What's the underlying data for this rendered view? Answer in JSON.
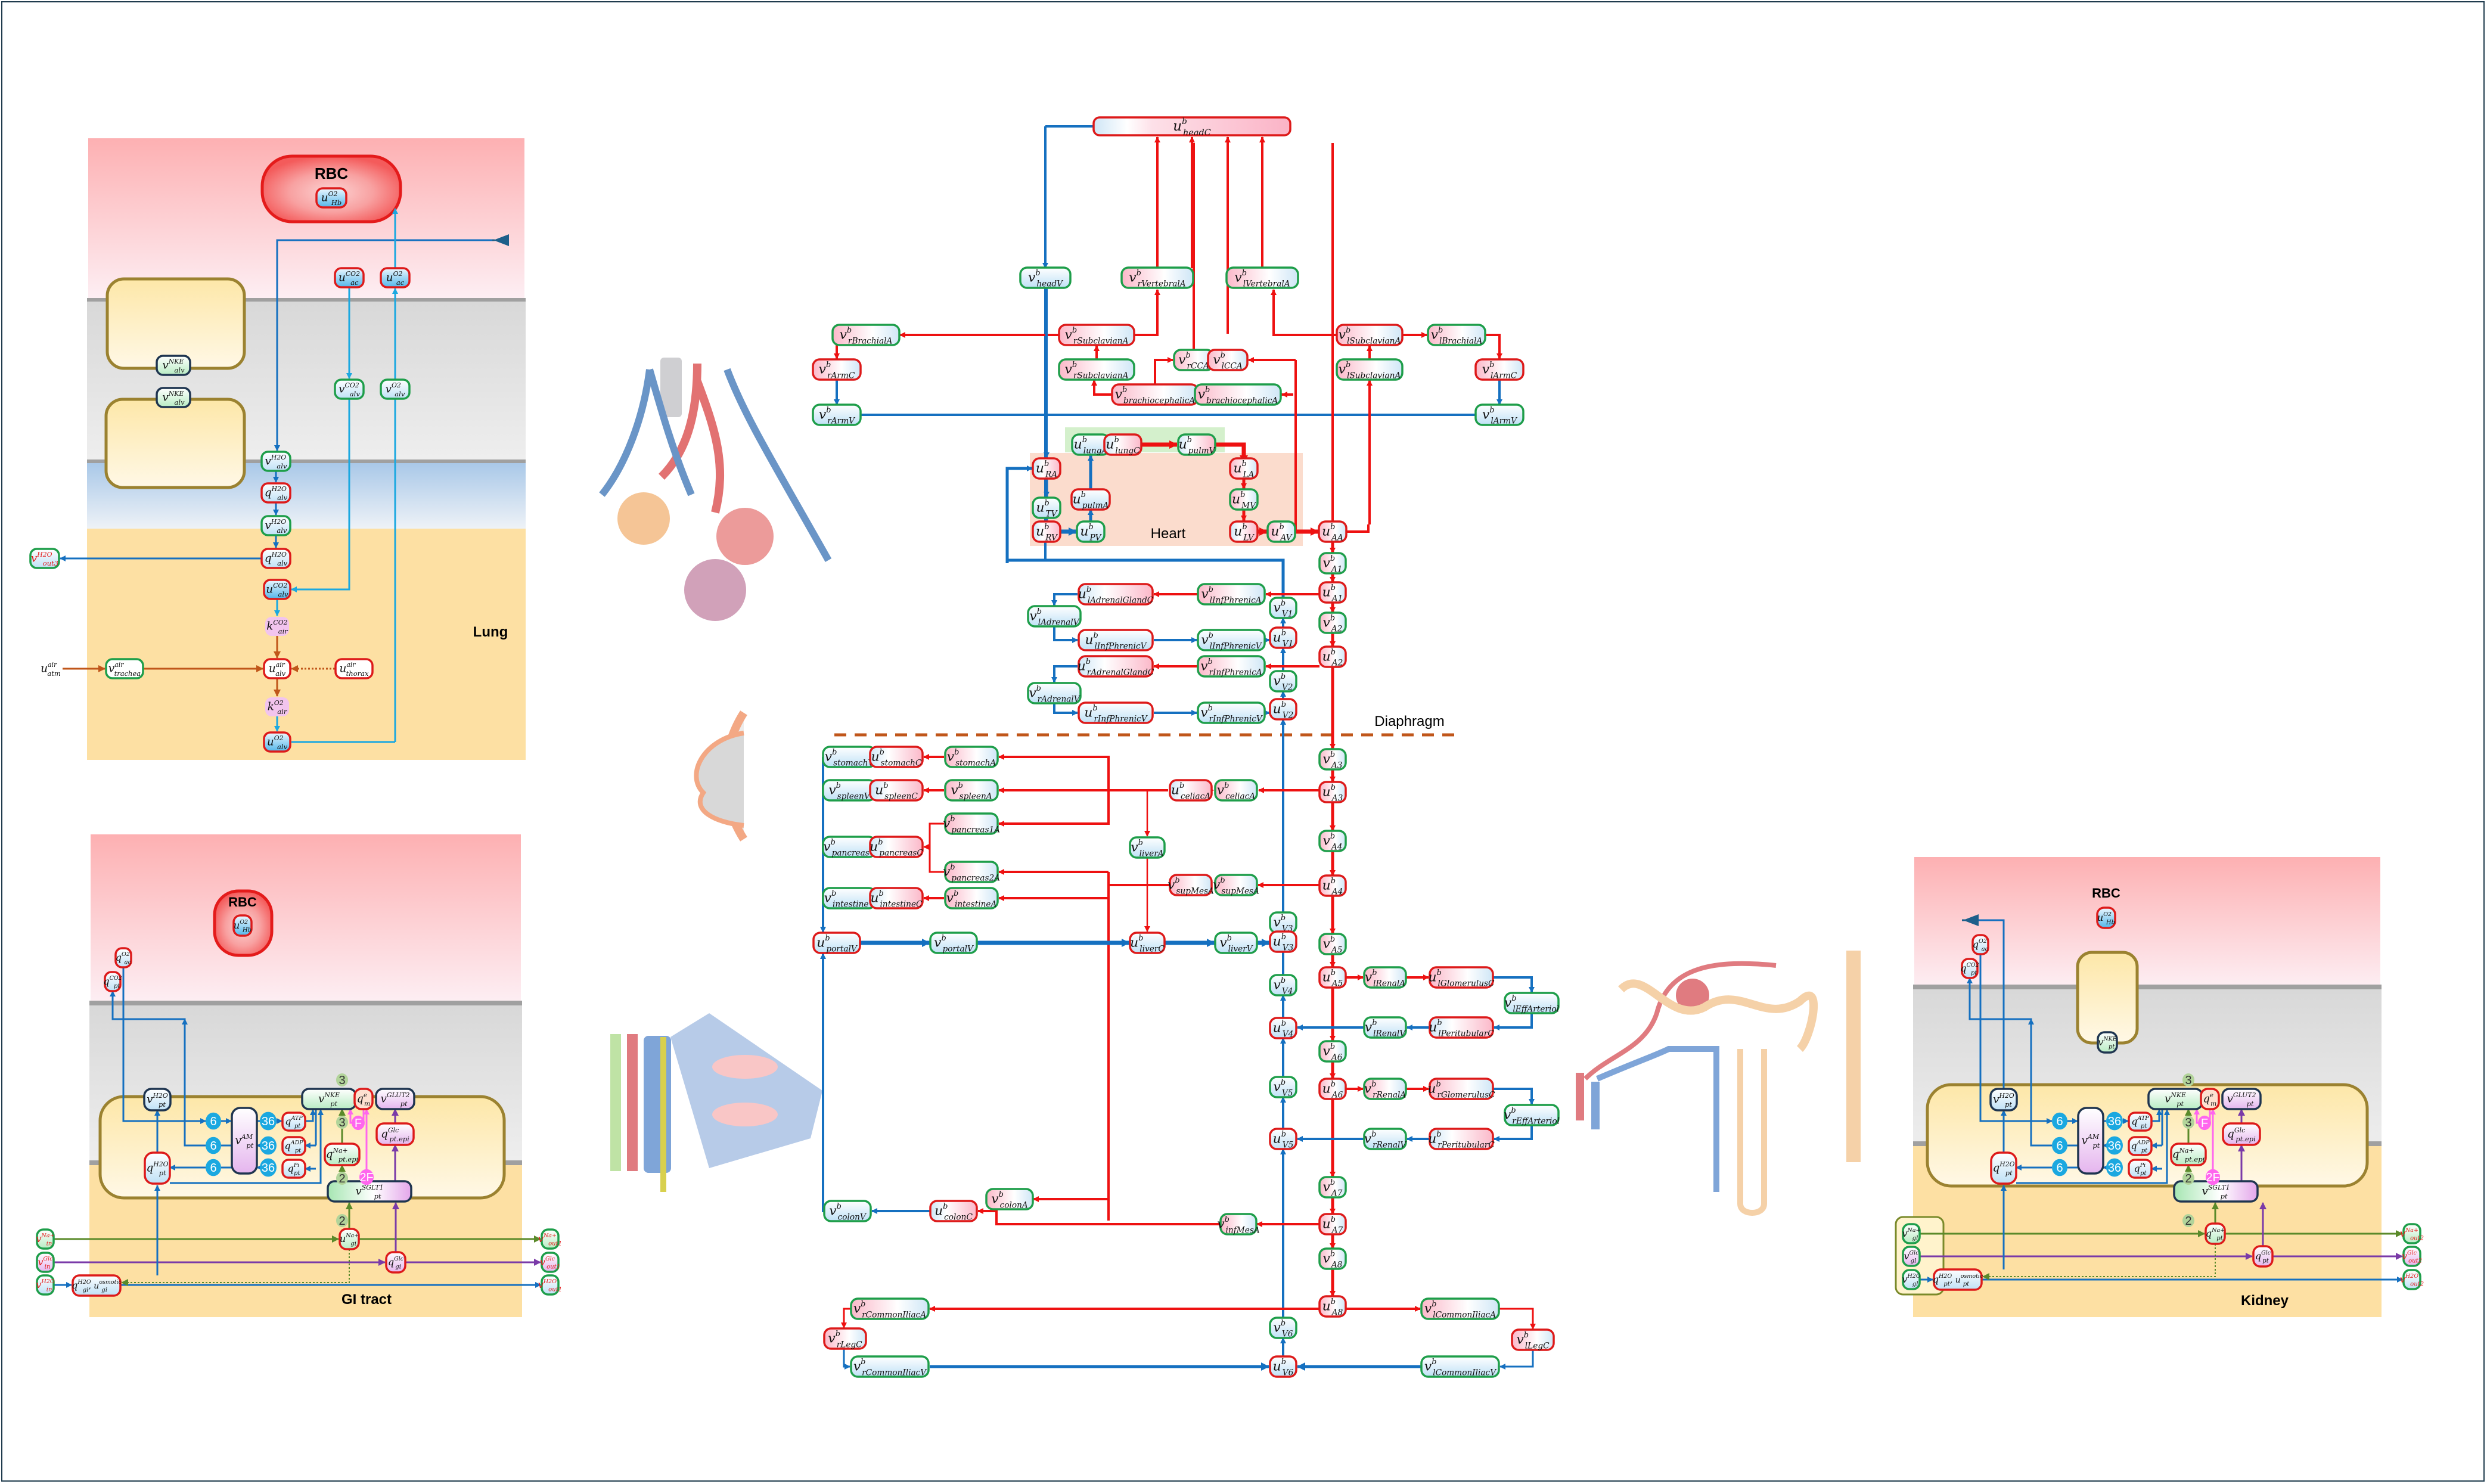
{
  "colors": {
    "artery": "#ee1111",
    "vein": "#1570c0",
    "node_red_border": "#dd1a1a",
    "node_green_border": "#1e9e4a",
    "lung_blue": "#1ba8e0",
    "air_brown": "#c0561a",
    "na_green": "#5a8a2a",
    "glc_purple": "#7a3aa8",
    "pink_flux": "#ff66ee",
    "diaphragm": "#c0561a"
  },
  "panels": {
    "lung": {
      "title": "Lung",
      "rbc_label": "RBC",
      "nodes": {
        "u_hb": {
          "base": "u",
          "sup": "O2",
          "sub": "Hb"
        },
        "u_ac_co2": {
          "base": "u",
          "sup": "CO2",
          "sub": "ac"
        },
        "u_ac_o2": {
          "base": "u",
          "sup": "O2",
          "sub": "ac"
        },
        "v_alv_nke_1": {
          "base": "v",
          "sup": "NKE",
          "sub": "alv"
        },
        "v_alv_nke_2": {
          "base": "v",
          "sup": "NKE",
          "sub": "alv"
        },
        "v_alv_co2": {
          "base": "v",
          "sup": "CO2",
          "sub": "alv"
        },
        "v_alv_o2": {
          "base": "v",
          "sup": "O2",
          "sub": "alv"
        },
        "v_alv_h2o_1": {
          "base": "v",
          "sup": "H2O",
          "sub": "alv"
        },
        "q_alv_h2o_1": {
          "base": "q",
          "sup": "H2O",
          "sub": "alv"
        },
        "v_alv_h2o_2": {
          "base": "v",
          "sup": "H2O",
          "sub": "alv"
        },
        "q_alv_h2o_2": {
          "base": "q",
          "sup": "H2O",
          "sub": "alv"
        },
        "v_out3_h2o": {
          "base": "v",
          "sup": "H2O",
          "sub": "out3"
        },
        "u_alv_co2": {
          "base": "u",
          "sup": "CO2",
          "sub": "alv"
        },
        "k_air_co2": {
          "base": "k",
          "sup": "CO2",
          "sub": "air"
        },
        "u_atm_air": {
          "base": "u",
          "sup": "air",
          "sub": "atm"
        },
        "v_trachea_air": {
          "base": "v",
          "sup": "air",
          "sub": "trachea"
        },
        "u_alv_air": {
          "base": "u",
          "sup": "air",
          "sub": "alv"
        },
        "u_thorax_air": {
          "base": "u",
          "sup": "air",
          "sub": "thorax"
        },
        "k_air_o2": {
          "base": "k",
          "sup": "O2",
          "sub": "air"
        },
        "u_alv_o2": {
          "base": "u",
          "sup": "O2",
          "sub": "alv"
        }
      }
    },
    "gi": {
      "title": "GI tract",
      "rbc_label": "RBC",
      "stoich": {
        "six": "6",
        "thirtysix": "36",
        "three": "3",
        "two": "2",
        "F": "F",
        "twoF": "2F"
      },
      "nodes": {
        "u_hb": {
          "base": "u",
          "sup": "O2",
          "sub": "Hb"
        },
        "q_ac_o2": {
          "base": "q",
          "sup": "O2",
          "sub": "ac"
        },
        "q_pt_co2": {
          "base": "q",
          "sup": "CO2",
          "sub": "pt"
        },
        "v_pt_h2o": {
          "base": "v",
          "sup": "H2O",
          "sub": "pt"
        },
        "v_pt_am": {
          "base": "v",
          "sup": "AM",
          "sub": "pt"
        },
        "q_pt_atp": {
          "base": "q",
          "sup": "ATP",
          "sub": "pt"
        },
        "q_pt_adp": {
          "base": "q",
          "sup": "ADP",
          "sub": "pt"
        },
        "q_pt_pi": {
          "base": "q",
          "sup": "Pi",
          "sub": "pt"
        },
        "v_pt_nke": {
          "base": "v",
          "sup": "NKE",
          "sub": "pt"
        },
        "q_m_e": {
          "base": "q",
          "sup": "e",
          "sub": "m"
        },
        "v_pt_glut2": {
          "base": "v",
          "sup": "GLUT2",
          "sub": "pt"
        },
        "q_pt_epi_glc": {
          "base": "q",
          "sup": "Glc",
          "sub": "pt.epi"
        },
        "q_pt_epi_na": {
          "base": "q",
          "sup": "Na+",
          "sub": "pt.epi"
        },
        "q_pt_h2o": {
          "base": "q",
          "sup": "H2O",
          "sub": "pt"
        },
        "v_pt_sglt1": {
          "base": "v",
          "sup": "SGLT1",
          "sub": "pt"
        },
        "v_in_na": {
          "base": "v",
          "sup": "Na+",
          "sub": "in"
        },
        "v_in_glc": {
          "base": "v",
          "sup": "Glc",
          "sub": "in"
        },
        "v_in_h2o": {
          "base": "v",
          "sup": "H2O",
          "sub": "in"
        },
        "u_gi_na": {
          "base": "u",
          "sup": "Na+",
          "sub": "gi"
        },
        "q_gi_glc": {
          "base": "q",
          "sup": "Glc",
          "sub": "gi"
        },
        "q_gi_h2o": {
          "base": "q",
          "sup": "H2O",
          "sub": "gi",
          "extra": ", u",
          "extra_sup": "osmotic",
          "extra_sub": "gi"
        },
        "v_out1_na": {
          "base": "v",
          "sup": "Na+",
          "sub": "out1"
        },
        "v_out1_glc": {
          "base": "v",
          "sup": "Glc",
          "sub": "out1"
        },
        "v_out1_h2o": {
          "base": "v",
          "sup": "H2O",
          "sub": "out1"
        }
      }
    },
    "kidney": {
      "title": "Kidney",
      "rbc_label": "RBC",
      "stoich": {
        "six": "6",
        "thirtysix": "36",
        "three": "3",
        "two": "2",
        "F": "F",
        "twoF": "2F"
      },
      "nodes": {
        "u_hb": {
          "base": "u",
          "sup": "O2",
          "sub": "Hb"
        },
        "q_ac_o2": {
          "base": "q",
          "sup": "O2",
          "sub": "ac"
        },
        "q_pt_co2": {
          "base": "q",
          "sup": "CO2",
          "sub": "pt"
        },
        "v_pt_nke_top": {
          "base": "v",
          "sup": "NKE",
          "sub": "pt"
        },
        "v_pt_h2o": {
          "base": "v",
          "sup": "H2O",
          "sub": "pt"
        },
        "v_pt_am": {
          "base": "v",
          "sup": "AM",
          "sub": "pt"
        },
        "q_pt_atp": {
          "base": "q",
          "sup": "ATP",
          "sub": "pt"
        },
        "q_pt_adp": {
          "base": "q",
          "sup": "ADP",
          "sub": "pt"
        },
        "q_pt_pi": {
          "base": "q",
          "sup": "Pi",
          "sub": "pt"
        },
        "v_pt_nke": {
          "base": "v",
          "sup": "NKE",
          "sub": "pt"
        },
        "q_m_e": {
          "base": "q",
          "sup": "e",
          "sub": "m"
        },
        "v_pt_glut2": {
          "base": "v",
          "sup": "GLUT2",
          "sub": "pt"
        },
        "q_pt_epi_glc": {
          "base": "q",
          "sup": "Glc",
          "sub": "pt.epi"
        },
        "q_pt_epi_na": {
          "base": "q",
          "sup": "Na+",
          "sub": "pt.epi"
        },
        "q_pt_h2o": {
          "base": "q",
          "sup": "H2O",
          "sub": "pt"
        },
        "v_pt_sglt1": {
          "base": "v",
          "sup": "SGLT1",
          "sub": "pt"
        },
        "v_gl_na": {
          "base": "v",
          "sup": "Na+",
          "sub": "gl"
        },
        "v_gl_glc": {
          "base": "v",
          "sup": "Glc",
          "sub": "gl"
        },
        "v_gl_h2o": {
          "base": "v",
          "sup": "H2O",
          "sub": "gl"
        },
        "q_pt_na": {
          "base": "q",
          "sup": "Na+",
          "sub": "pt"
        },
        "q_pt_glc": {
          "base": "q",
          "sup": "Glc",
          "sub": "pt"
        },
        "q_pt_h2o_osm": {
          "base": "q",
          "sup": "H2O",
          "sub": "pt",
          "extra": ", u",
          "extra_sup": "osmotic",
          "extra_sub": "pt"
        },
        "v_out2_na": {
          "base": "v",
          "sup": "Na+",
          "sub": "out2"
        },
        "v_out2_glc": {
          "base": "v",
          "sup": "Glc",
          "sub": "out2"
        },
        "v_out2_h2o": {
          "base": "v",
          "sup": "H2O",
          "sub": "out2"
        }
      }
    }
  },
  "circulation": {
    "heart_label": "Heart",
    "diaphragm_label": "Diaphragm",
    "nodes": {
      "headC": {
        "base": "u",
        "sup": "b",
        "sub": "headC"
      },
      "headV": {
        "base": "v",
        "sup": "b",
        "sub": "headV"
      },
      "rVertebralA": {
        "base": "v",
        "sup": "b",
        "sub": "rVertebralA"
      },
      "lVertebralA": {
        "base": "v",
        "sup": "b",
        "sub": "lVertebralA"
      },
      "rBrachialA": {
        "base": "v",
        "sup": "b",
        "sub": "rBrachialA"
      },
      "rSubclavianA_u": {
        "base": "v",
        "sup": "b",
        "sub": "rSubclavianA"
      },
      "rSubclavianA_v": {
        "base": "v",
        "sup": "b",
        "sub": "rSubclavianA"
      },
      "rCCA": {
        "base": "v",
        "sup": "b",
        "sub": "rCCA"
      },
      "lCCA": {
        "base": "v",
        "sup": "b",
        "sub": "lCCA"
      },
      "lSubclavianA_u": {
        "base": "v",
        "sup": "b",
        "sub": "lSubclavianA"
      },
      "lSubclavianA_v": {
        "base": "v",
        "sup": "b",
        "sub": "lSubclavianA"
      },
      "lBrachialA": {
        "base": "v",
        "sup": "b",
        "sub": "lBrachialA"
      },
      "rArmC": {
        "base": "v",
        "sup": "b",
        "sub": "rArmC"
      },
      "lArmC": {
        "base": "v",
        "sup": "b",
        "sub": "lArmC"
      },
      "brachioA_u": {
        "base": "v",
        "sup": "b",
        "sub": "brachiocephalicA"
      },
      "brachioA_v": {
        "base": "v",
        "sup": "b",
        "sub": "brachiocephalicA"
      },
      "rArmV": {
        "base": "v",
        "sup": "b",
        "sub": "rArmV"
      },
      "lArmV": {
        "base": "v",
        "sup": "b",
        "sub": "lArmV"
      },
      "lungA": {
        "base": "u",
        "sup": "b",
        "sub": "lungA"
      },
      "lungC": {
        "base": "u",
        "sup": "b",
        "sub": "lungC"
      },
      "pulmV": {
        "base": "u",
        "sup": "b",
        "sub": "pulmV"
      },
      "RA": {
        "base": "u",
        "sup": "b",
        "sub": "RA"
      },
      "TV": {
        "base": "u",
        "sup": "b",
        "sub": "TV"
      },
      "pulmA": {
        "base": "u",
        "sup": "b",
        "sub": "pulmA"
      },
      "RV": {
        "base": "u",
        "sup": "b",
        "sub": "RV"
      },
      "PV": {
        "base": "u",
        "sup": "b",
        "sub": "PV"
      },
      "LA": {
        "base": "u",
        "sup": "b",
        "sub": "LA"
      },
      "MV": {
        "base": "u",
        "sup": "b",
        "sub": "MV"
      },
      "LV": {
        "base": "u",
        "sup": "b",
        "sub": "LV"
      },
      "AV": {
        "base": "u",
        "sup": "b",
        "sub": "AV"
      },
      "AA": {
        "base": "u",
        "sup": "b",
        "sub": "AA"
      },
      "vA1": {
        "base": "v",
        "sup": "b",
        "sub": "A1"
      },
      "uA1": {
        "base": "u",
        "sup": "b",
        "sub": "A1"
      },
      "vA2": {
        "base": "v",
        "sup": "b",
        "sub": "A2"
      },
      "uA2": {
        "base": "u",
        "sup": "b",
        "sub": "A2"
      },
      "vV1": {
        "base": "v",
        "sup": "b",
        "sub": "V1"
      },
      "uV1": {
        "base": "u",
        "sup": "b",
        "sub": "V1"
      },
      "vV2": {
        "base": "v",
        "sup": "b",
        "sub": "V2"
      },
      "uV2": {
        "base": "u",
        "sup": "b",
        "sub": "V2"
      },
      "lAdrenalGlandC": {
        "base": "u",
        "sup": "b",
        "sub": "lAdrenalGlandC"
      },
      "lInfPhrenicA": {
        "base": "v",
        "sup": "b",
        "sub": "lInfPhrenicA"
      },
      "lAdrenalV": {
        "base": "v",
        "sup": "b",
        "sub": "lAdrenalV"
      },
      "lInfPhrenicV_u": {
        "base": "u",
        "sup": "b",
        "sub": "lInfPhrenicV"
      },
      "lInfPhrenicV_v": {
        "base": "v",
        "sup": "b",
        "sub": "lInfPhrenicV"
      },
      "rAdrenalGlandC": {
        "base": "u",
        "sup": "b",
        "sub": "rAdrenalGlandC"
      },
      "rInfPhrenicA": {
        "base": "v",
        "sup": "b",
        "sub": "rInfPhrenicA"
      },
      "rAdrenalV": {
        "base": "v",
        "sup": "b",
        "sub": "rAdrenalV"
      },
      "rInfPhrenicV_u": {
        "base": "u",
        "sup": "b",
        "sub": "rInfPhrenicV"
      },
      "rInfPhrenicV_v": {
        "base": "v",
        "sup": "b",
        "sub": "rInfPhrenicV"
      },
      "stomachV": {
        "base": "v",
        "sup": "b",
        "sub": "stomachV"
      },
      "stomachC": {
        "base": "u",
        "sup": "b",
        "sub": "stomachC"
      },
      "stomachA": {
        "base": "v",
        "sup": "b",
        "sub": "stomachA"
      },
      "spleenV": {
        "base": "v",
        "sup": "b",
        "sub": "spleenV"
      },
      "spleenC": {
        "base": "u",
        "sup": "b",
        "sub": "spleenC"
      },
      "spleenA": {
        "base": "v",
        "sup": "b",
        "sub": "spleenA"
      },
      "celiacA_u": {
        "base": "u",
        "sup": "b",
        "sub": "celiacA"
      },
      "celiacA_v": {
        "base": "v",
        "sup": "b",
        "sub": "celiacA"
      },
      "pancreas1A": {
        "base": "v",
        "sup": "b",
        "sub": "pancreas1A"
      },
      "pancreasV": {
        "base": "v",
        "sup": "b",
        "sub": "pancreasV"
      },
      "pancreasC": {
        "base": "u",
        "sup": "b",
        "sub": "pancreasC"
      },
      "liverA": {
        "base": "v",
        "sup": "b",
        "sub": "liverA"
      },
      "pancreas2A": {
        "base": "v",
        "sup": "b",
        "sub": "pancreas2A"
      },
      "supMesA_u": {
        "base": "v",
        "sup": "b",
        "sub": "supMesA"
      },
      "supMesA_v": {
        "base": "v",
        "sup": "b",
        "sub": "supMesA"
      },
      "intestineV": {
        "base": "v",
        "sup": "b",
        "sub": "intestineV"
      },
      "intestineC": {
        "base": "u",
        "sup": "b",
        "sub": "intestineC"
      },
      "intestineA": {
        "base": "v",
        "sup": "b",
        "sub": "intestineA"
      },
      "portalV_u": {
        "base": "u",
        "sup": "b",
        "sub": "portalV"
      },
      "portalV_v": {
        "base": "v",
        "sup": "b",
        "sub": "portalV"
      },
      "liverC": {
        "base": "u",
        "sup": "b",
        "sub": "liverC"
      },
      "liverV": {
        "base": "v",
        "sup": "b",
        "sub": "liverV"
      },
      "vA3": {
        "base": "v",
        "sup": "b",
        "sub": "A3"
      },
      "uA3": {
        "base": "u",
        "sup": "b",
        "sub": "A3"
      },
      "vA4": {
        "base": "v",
        "sup": "b",
        "sub": "A4"
      },
      "uA4": {
        "base": "u",
        "sup": "b",
        "sub": "A4"
      },
      "vA5": {
        "base": "v",
        "sup": "b",
        "sub": "A5"
      },
      "uA5": {
        "base": "u",
        "sup": "b",
        "sub": "A5"
      },
      "vA6": {
        "base": "v",
        "sup": "b",
        "sub": "A6"
      },
      "uA6": {
        "base": "u",
        "sup": "b",
        "sub": "A6"
      },
      "vA7": {
        "base": "v",
        "sup": "b",
        "sub": "A7"
      },
      "uA7": {
        "base": "u",
        "sup": "b",
        "sub": "A7"
      },
      "vA8": {
        "base": "v",
        "sup": "b",
        "sub": "A8"
      },
      "uA8": {
        "base": "u",
        "sup": "b",
        "sub": "A8"
      },
      "vV3": {
        "base": "v",
        "sup": "b",
        "sub": "V3"
      },
      "uV3": {
        "base": "u",
        "sup": "b",
        "sub": "V3"
      },
      "vV4": {
        "base": "v",
        "sup": "b",
        "sub": "V4"
      },
      "uV4": {
        "base": "u",
        "sup": "b",
        "sub": "V4"
      },
      "vV5": {
        "base": "v",
        "sup": "b",
        "sub": "V5"
      },
      "uV5": {
        "base": "u",
        "sup": "b",
        "sub": "V5"
      },
      "vV6": {
        "base": "v",
        "sup": "b",
        "sub": "V6"
      },
      "uV6": {
        "base": "u",
        "sup": "b",
        "sub": "V6"
      },
      "lRenalA": {
        "base": "v",
        "sup": "b",
        "sub": "lRenalA"
      },
      "lGlomerulusC": {
        "base": "u",
        "sup": "b",
        "sub": "lGlomerulusC"
      },
      "lEffArteriol": {
        "base": "v",
        "sup": "b",
        "sub": "lEffArteriol"
      },
      "lPeritubularC": {
        "base": "u",
        "sup": "b",
        "sub": "lPeritubularC"
      },
      "lRenalV": {
        "base": "v",
        "sup": "b",
        "sub": "lRenalV"
      },
      "rRenalA": {
        "base": "v",
        "sup": "b",
        "sub": "rRenalA"
      },
      "rGlomerulusC": {
        "base": "u",
        "sup": "b",
        "sub": "rGlomerulusC"
      },
      "rEffArteriol": {
        "base": "v",
        "sup": "b",
        "sub": "rEffArteriol"
      },
      "rPeritubularC": {
        "base": "u",
        "sup": "b",
        "sub": "rPeritubularC"
      },
      "rRenalV": {
        "base": "v",
        "sup": "b",
        "sub": "rRenalV"
      },
      "colonV": {
        "base": "v",
        "sup": "b",
        "sub": "colonV"
      },
      "colonC": {
        "base": "u",
        "sup": "b",
        "sub": "colonC"
      },
      "colonA": {
        "base": "v",
        "sup": "b",
        "sub": "colonA"
      },
      "infMesA": {
        "base": "v",
        "sup": "b",
        "sub": "infMesA"
      },
      "rCommonIliacA": {
        "base": "v",
        "sup": "b",
        "sub": "rCommonIliacA"
      },
      "lCommonIliacA": {
        "base": "v",
        "sup": "b",
        "sub": "lCommonIliacA"
      },
      "rLegC": {
        "base": "v",
        "sup": "b",
        "sub": "rLegC"
      },
      "lLegC": {
        "base": "v",
        "sup": "b",
        "sub": "lLegC"
      },
      "rCommonIliacV": {
        "base": "v",
        "sup": "b",
        "sub": "rCommonIliacV"
      },
      "lCommonIliacV": {
        "base": "v",
        "sup": "b",
        "sub": "lCommonIliacV"
      }
    }
  },
  "illustrations": {
    "lung": "lung-alveoli-illustration",
    "gi": "intestinal-wall-illustration",
    "villus": "intestinal-villus-illustration",
    "kidney": "nephron-illustration"
  }
}
